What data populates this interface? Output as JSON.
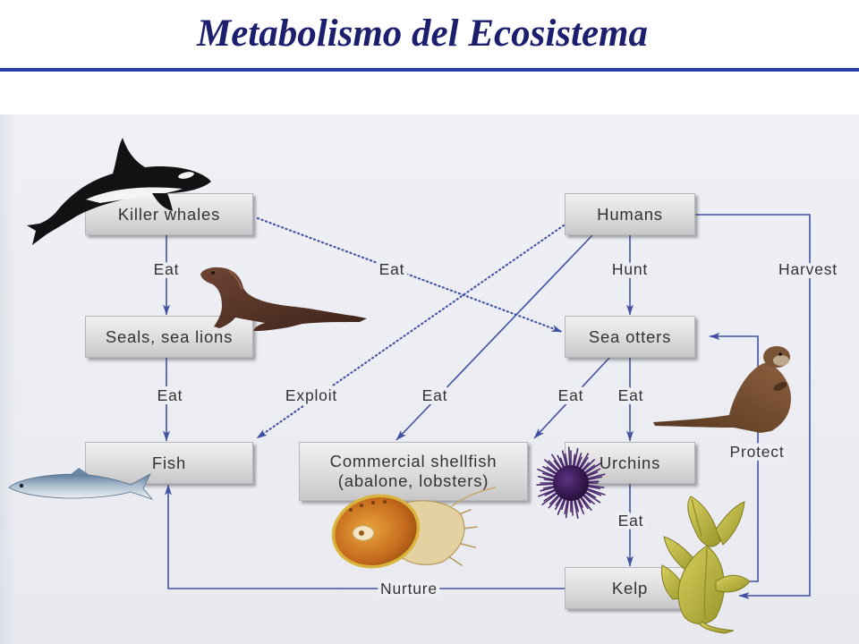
{
  "title": "Metabolismo del Ecosistema",
  "colors": {
    "title": "#1c1f6e",
    "rule": "#2b3eae",
    "arrow": "#3f51a0",
    "node_text": "#333333",
    "background": "#eceef3"
  },
  "nodes": {
    "killer_whales": "Killer whales",
    "seals": "Seals, sea lions",
    "fish": "Fish",
    "shellfish": {
      "line1": "Commercial shellfish",
      "line2": "(abalone, lobsters)"
    },
    "humans": "Humans",
    "sea_otters": "Sea otters",
    "urchins": "Urchins",
    "kelp": "Kelp"
  },
  "links": {
    "killer_whales_seals": {
      "label": "Eat",
      "dotted": false
    },
    "seals_fish": {
      "label": "Eat",
      "dotted": false
    },
    "killer_whales_sea_otters": {
      "label": "Eat",
      "dotted": true
    },
    "humans_sea_otters": {
      "label": "Hunt",
      "dotted": false
    },
    "humans_fish": {
      "label": "Exploit",
      "dotted": true
    },
    "humans_shellfish": {
      "label": "Eat",
      "dotted": false
    },
    "sea_otters_shellfish": {
      "label": "Eat",
      "dotted": false
    },
    "sea_otters_urchins": {
      "label": "Eat",
      "dotted": false
    },
    "urchins_kelp": {
      "label": "Eat",
      "dotted": false
    },
    "kelp_fish": {
      "label": "Nurture",
      "dotted": false
    },
    "humans_kelp": {
      "label": "Harvest",
      "dotted": false
    },
    "kelp_sea_otters": {
      "label": "Protect",
      "dotted": false
    }
  }
}
